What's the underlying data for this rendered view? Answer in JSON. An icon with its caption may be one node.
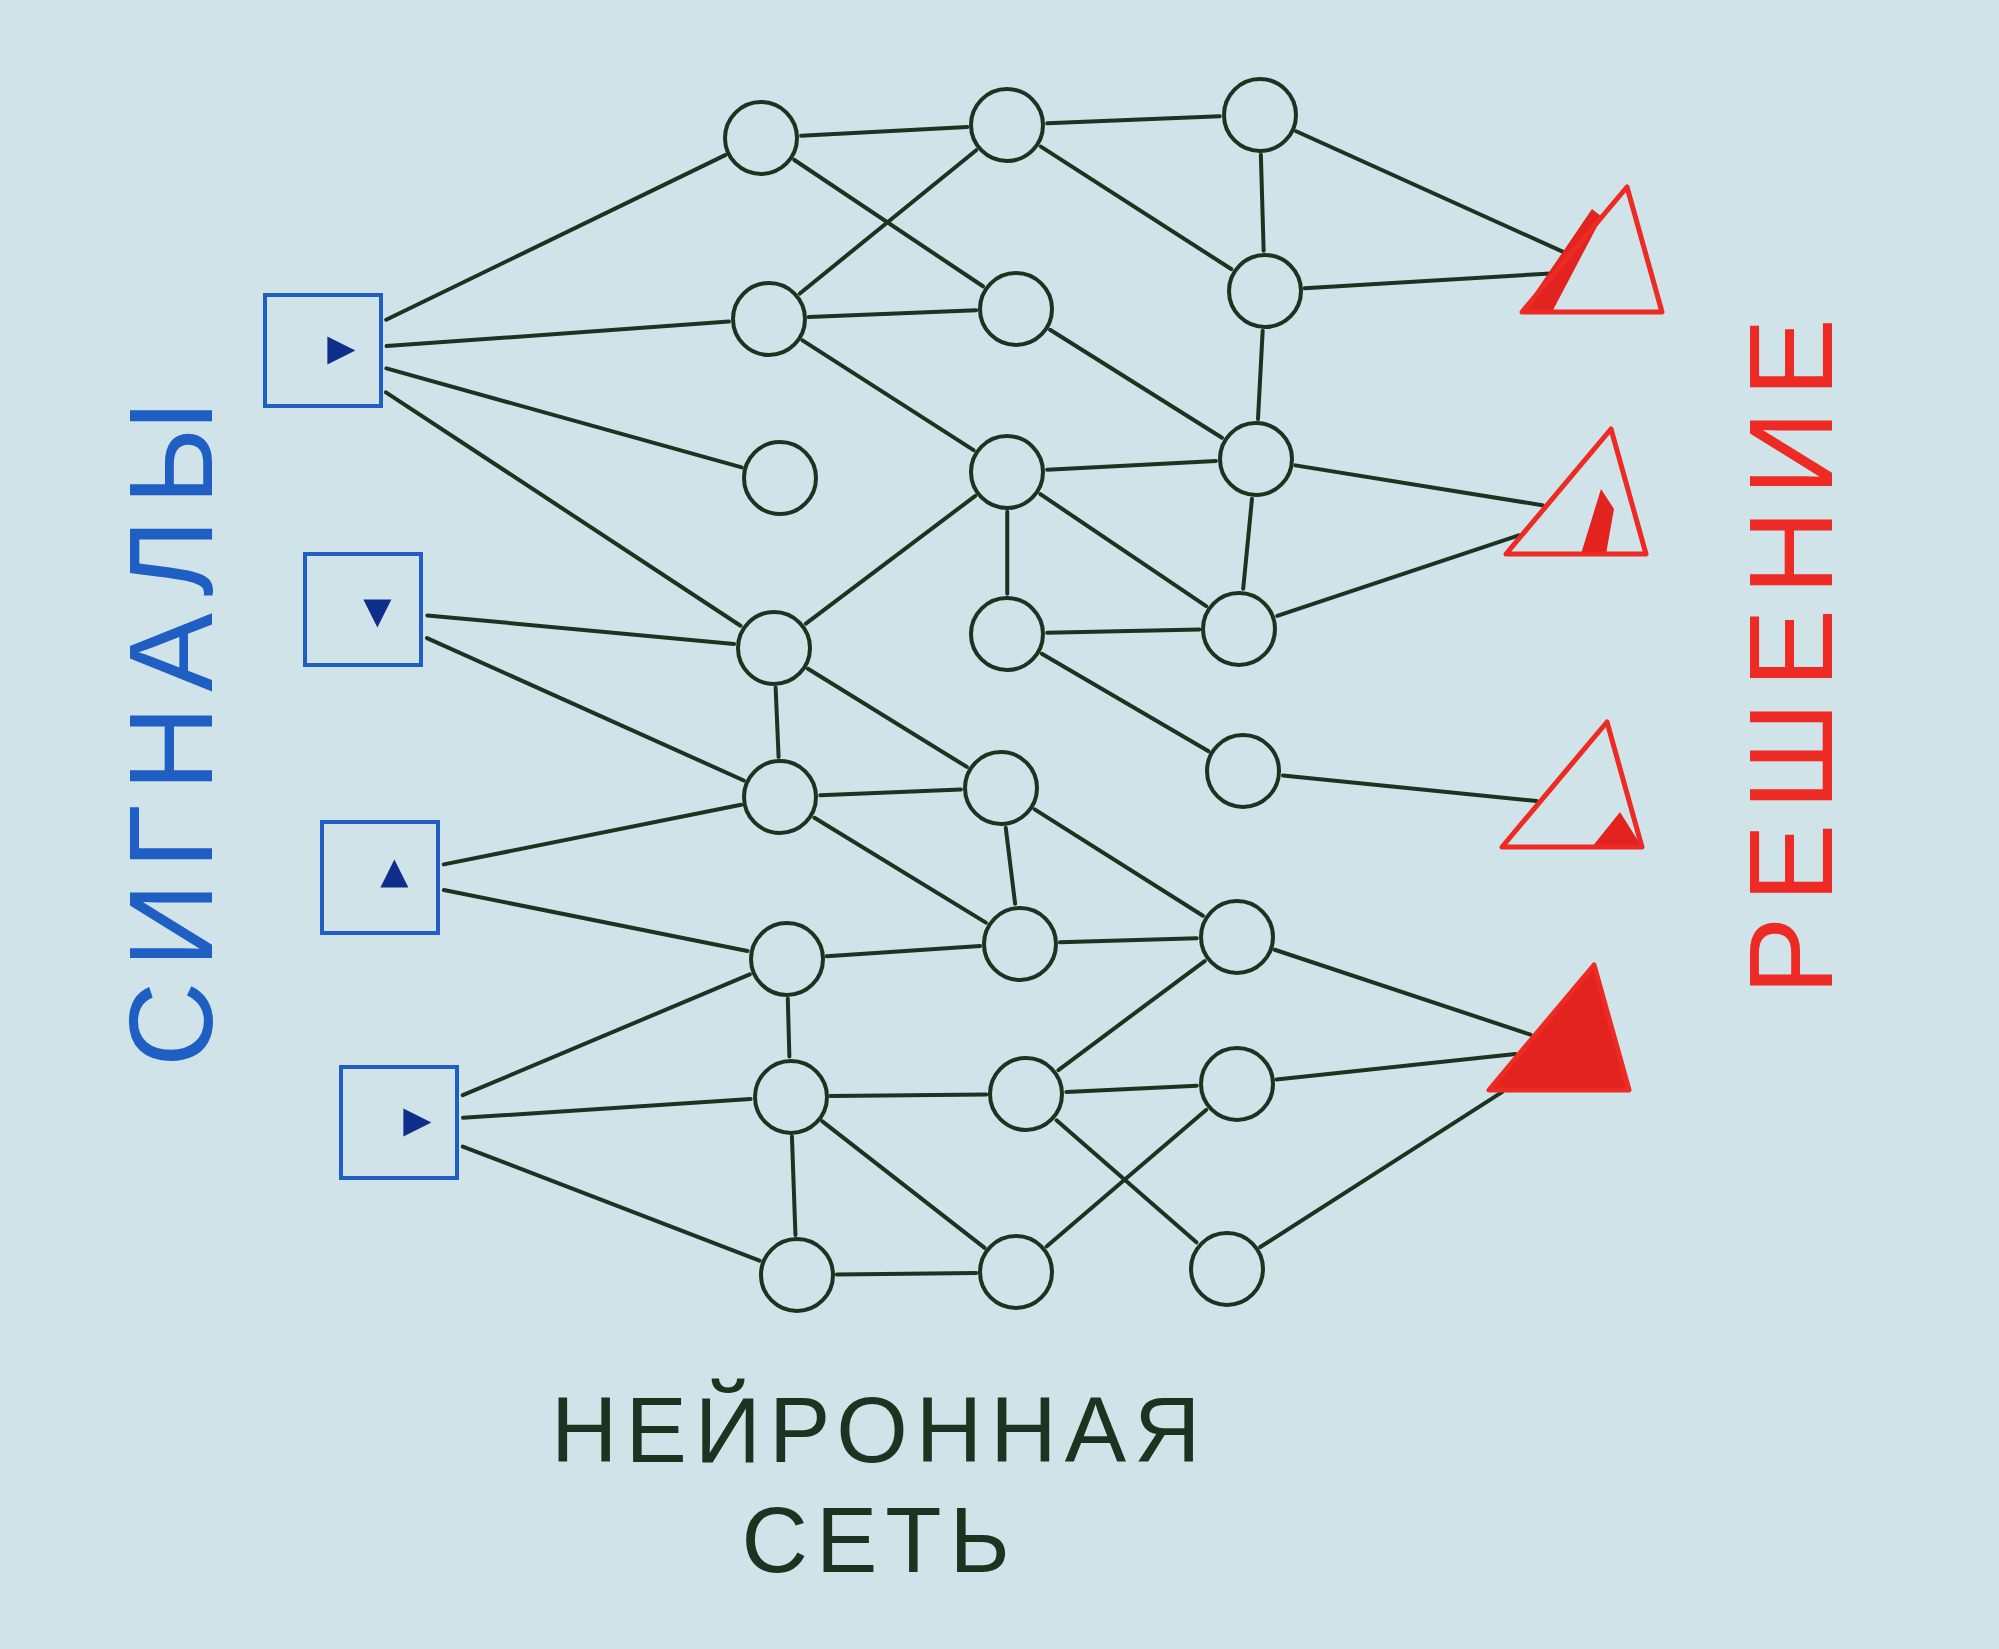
{
  "diagram": {
    "nodes": [
      {
        "text": [],
        "shape": "box"
      },
      {
        "text": [],
        "shape": "box"
      },
      {
        "text": [],
        "shape": "box"
      },
      {
        "text": [],
        "shape": "box"
      },
      {
        "text": [],
        "shape": "circle"
      },
      {
        "text": [],
        "shape": "circle"
      },
      {
        "text": [],
        "shape": "circle"
      },
      {
        "text": [],
        "shape": "circle"
      },
      {
        "text": [],
        "shape": "circle"
      },
      {
        "text": [],
        "shape": "circle"
      },
      {
        "text": [],
        "shape": "circle"
      },
      {
        "text": [],
        "shape": "circle"
      },
      {
        "text": [],
        "shape": "circle"
      },
      {
        "text": [],
        "shape": "circle"
      },
      {
        "text": [],
        "shape": "circle"
      },
      {
        "text": [],
        "shape": "circle"
      },
      {
        "text": [],
        "shape": "circle"
      },
      {
        "text": [],
        "shape": "circle"
      },
      {
        "text": [],
        "shape": "circle"
      },
      {
        "text": [],
        "shape": "circle"
      },
      {
        "text": [],
        "shape": "circle"
      },
      {
        "text": [],
        "shape": "circle"
      },
      {
        "text": [],
        "shape": "circle"
      },
      {
        "text": [],
        "shape": "circle"
      },
      {
        "text": [],
        "shape": "circle"
      },
      {
        "text": [],
        "shape": "circle"
      },
      {
        "text": [],
        "shape": "circle"
      },
      {
        "text": [],
        "shape": "circle"
      },
      {
        "text": [],
        "shape": "triangle"
      },
      {
        "text": [],
        "shape": "triangle"
      },
      {
        "text": [],
        "shape": "triangle"
      },
      {
        "text": [],
        "shape": "triangle"
      }
    ],
    "edges": [
      {
        "from": 0,
        "to": 4,
        "arrow": "none"
      },
      {
        "from": 0,
        "to": 5,
        "arrow": "none"
      },
      {
        "from": 0,
        "to": 6,
        "arrow": "none"
      },
      {
        "from": 0,
        "to": 7,
        "arrow": "none"
      },
      {
        "from": 1,
        "to": 7,
        "arrow": "none"
      },
      {
        "from": 1,
        "to": 8,
        "arrow": "none"
      },
      {
        "from": 2,
        "to": 8,
        "arrow": "none"
      },
      {
        "from": 2,
        "to": 9,
        "arrow": "none"
      },
      {
        "from": 3,
        "to": 9,
        "arrow": "none"
      },
      {
        "from": 3,
        "to": 10,
        "arrow": "none"
      },
      {
        "from": 3,
        "to": 11,
        "arrow": "none"
      },
      {
        "from": 4,
        "to": 12,
        "arrow": "none"
      },
      {
        "from": 4,
        "to": 13,
        "arrow": "none"
      },
      {
        "from": 5,
        "to": 12,
        "arrow": "none"
      },
      {
        "from": 5,
        "to": 13,
        "arrow": "none"
      },
      {
        "from": 5,
        "to": 14,
        "arrow": "none"
      },
      {
        "from": 7,
        "to": 14,
        "arrow": "none"
      },
      {
        "from": 7,
        "to": 16,
        "arrow": "none"
      },
      {
        "from": 7,
        "to": 8,
        "arrow": "none"
      },
      {
        "from": 8,
        "to": 16,
        "arrow": "none"
      },
      {
        "from": 8,
        "to": 17,
        "arrow": "none"
      },
      {
        "from": 9,
        "to": 17,
        "arrow": "none"
      },
      {
        "from": 9,
        "to": 10,
        "arrow": "none"
      },
      {
        "from": 10,
        "to": 18,
        "arrow": "none"
      },
      {
        "from": 10,
        "to": 11,
        "arrow": "none"
      },
      {
        "from": 10,
        "to": 19,
        "arrow": "none"
      },
      {
        "from": 11,
        "to": 19,
        "arrow": "none"
      },
      {
        "from": 12,
        "to": 20,
        "arrow": "none"
      },
      {
        "from": 12,
        "to": 21,
        "arrow": "none"
      },
      {
        "from": 13,
        "to": 22,
        "arrow": "none"
      },
      {
        "from": 14,
        "to": 22,
        "arrow": "none"
      },
      {
        "from": 14,
        "to": 23,
        "arrow": "none"
      },
      {
        "from": 14,
        "to": 15,
        "arrow": "none"
      },
      {
        "from": 15,
        "to": 23,
        "arrow": "none"
      },
      {
        "from": 15,
        "to": 24,
        "arrow": "none"
      },
      {
        "from": 16,
        "to": 17,
        "arrow": "none"
      },
      {
        "from": 16,
        "to": 25,
        "arrow": "none"
      },
      {
        "from": 17,
        "to": 25,
        "arrow": "none"
      },
      {
        "from": 18,
        "to": 25,
        "arrow": "none"
      },
      {
        "from": 18,
        "to": 26,
        "arrow": "none"
      },
      {
        "from": 18,
        "to": 27,
        "arrow": "none"
      },
      {
        "from": 19,
        "to": 26,
        "arrow": "none"
      },
      {
        "from": 20,
        "to": 21,
        "arrow": "none"
      },
      {
        "from": 21,
        "to": 22,
        "arrow": "none"
      },
      {
        "from": 22,
        "to": 23,
        "arrow": "none"
      },
      {
        "from": 20,
        "to": 28,
        "arrow": "none"
      },
      {
        "from": 21,
        "to": 28,
        "arrow": "none"
      },
      {
        "from": 22,
        "to": 29,
        "arrow": "none"
      },
      {
        "from": 23,
        "to": 29,
        "arrow": "none"
      },
      {
        "from": 24,
        "to": 30,
        "arrow": "none"
      },
      {
        "from": 25,
        "to": 31,
        "arrow": "none"
      },
      {
        "from": 26,
        "to": 31,
        "arrow": "none"
      },
      {
        "from": 27,
        "to": 31,
        "arrow": "none"
      }
    ],
    "labels": [
      "СИГНАЛЫ",
      "РЕШЕНИЕ",
      "НЕЙРОННАЯ СЕТЬ"
    ]
  }
}
